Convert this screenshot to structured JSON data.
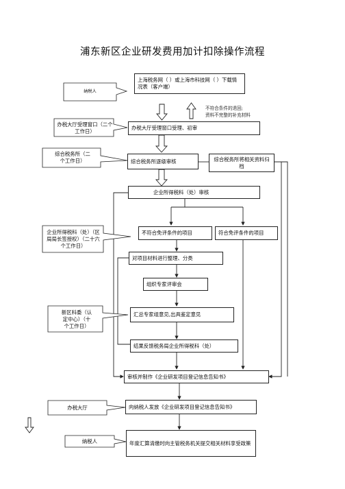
{
  "title": "浦东新区企业研发费用加计扣除操作流程",
  "steps": {
    "download": "上海税务网（ ）或上海市科技网（ ）下载情况表（客户端）",
    "counter": "办税大厅受理窗口受理、初审",
    "tax_office_review": "综合税务所逐级审核",
    "tax_office_archive": "综合税务所将相关资料归档",
    "enterprise_review": "企业所得税科（处）审核",
    "not_meet": "不符合免评条件的项目",
    "meet": "符合免评条件的项目",
    "organize": "对项目材料进行整理、分类",
    "expert_meeting": "组织专家评审会",
    "summary": "汇总专家组意见,出具鉴定意见",
    "feedback": "结果反馈税务局企业所得税科（处）",
    "issue_notice": "审核并制作《企业研发项目登记信息告知书》",
    "send_notice": "向纳税人发放《企业研发项目登记信息告知书》",
    "annual": "年度汇算清缴时向主管税务机关提交相关材料享受政策"
  },
  "callouts": {
    "taxpayer_top": "纳税人",
    "hall_window": "办税大厅受理窗口（二个工作日）",
    "tax_office": "综合税务所（二个工作日）",
    "enterprise_dept": "企业所得税科（处）（区局局长签授权）（二十六个工作日）",
    "tech_committee": "新区科委（认定中心）（十个工作日）",
    "hall": "办税大厅",
    "taxpayer_bottom": "纳税人"
  },
  "return_note": {
    "line1": "不符合条件的退回;",
    "line2": "资料不完整的补充材料"
  }
}
